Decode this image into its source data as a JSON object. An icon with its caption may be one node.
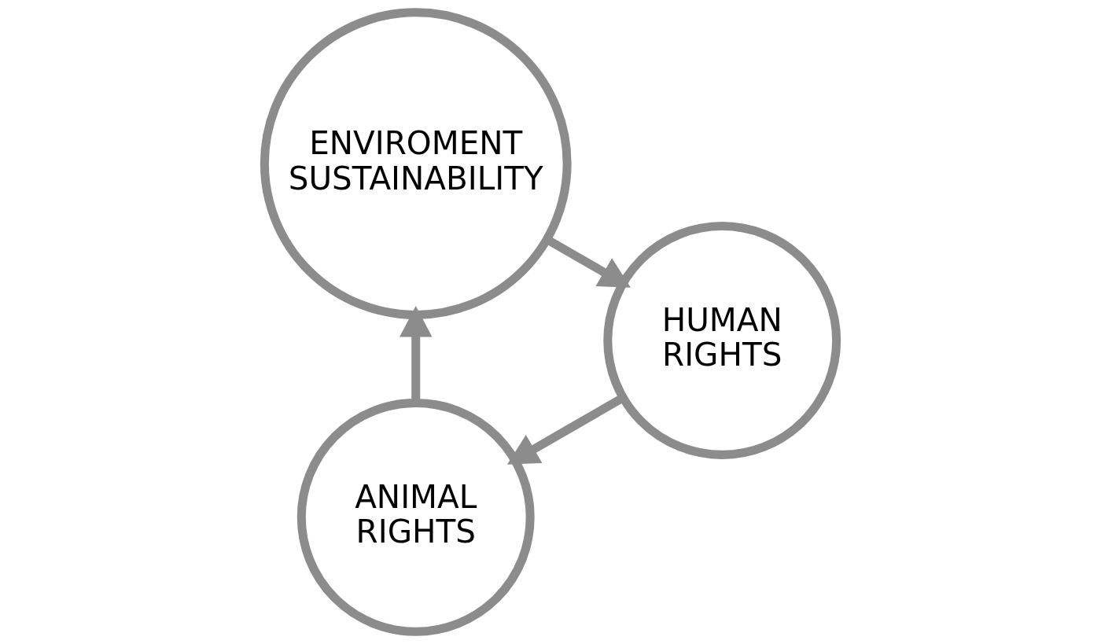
{
  "diagram": {
    "nodes": [
      {
        "text": [
          "ANIMAL RIGHTS"
        ]
      },
      {
        "text": [
          "ENVIROMENT SUSTAINABILITY"
        ]
      },
      {
        "text": [
          "HUMAN RIGHTS"
        ]
      }
    ],
    "edges": [
      {
        "from": 2,
        "to": 0,
        "arrow": "to"
      },
      {
        "from": 0,
        "to": 1,
        "arrow": "to"
      },
      {
        "from": 1,
        "to": 2,
        "arrow": "to"
      }
    ]
  }
}
